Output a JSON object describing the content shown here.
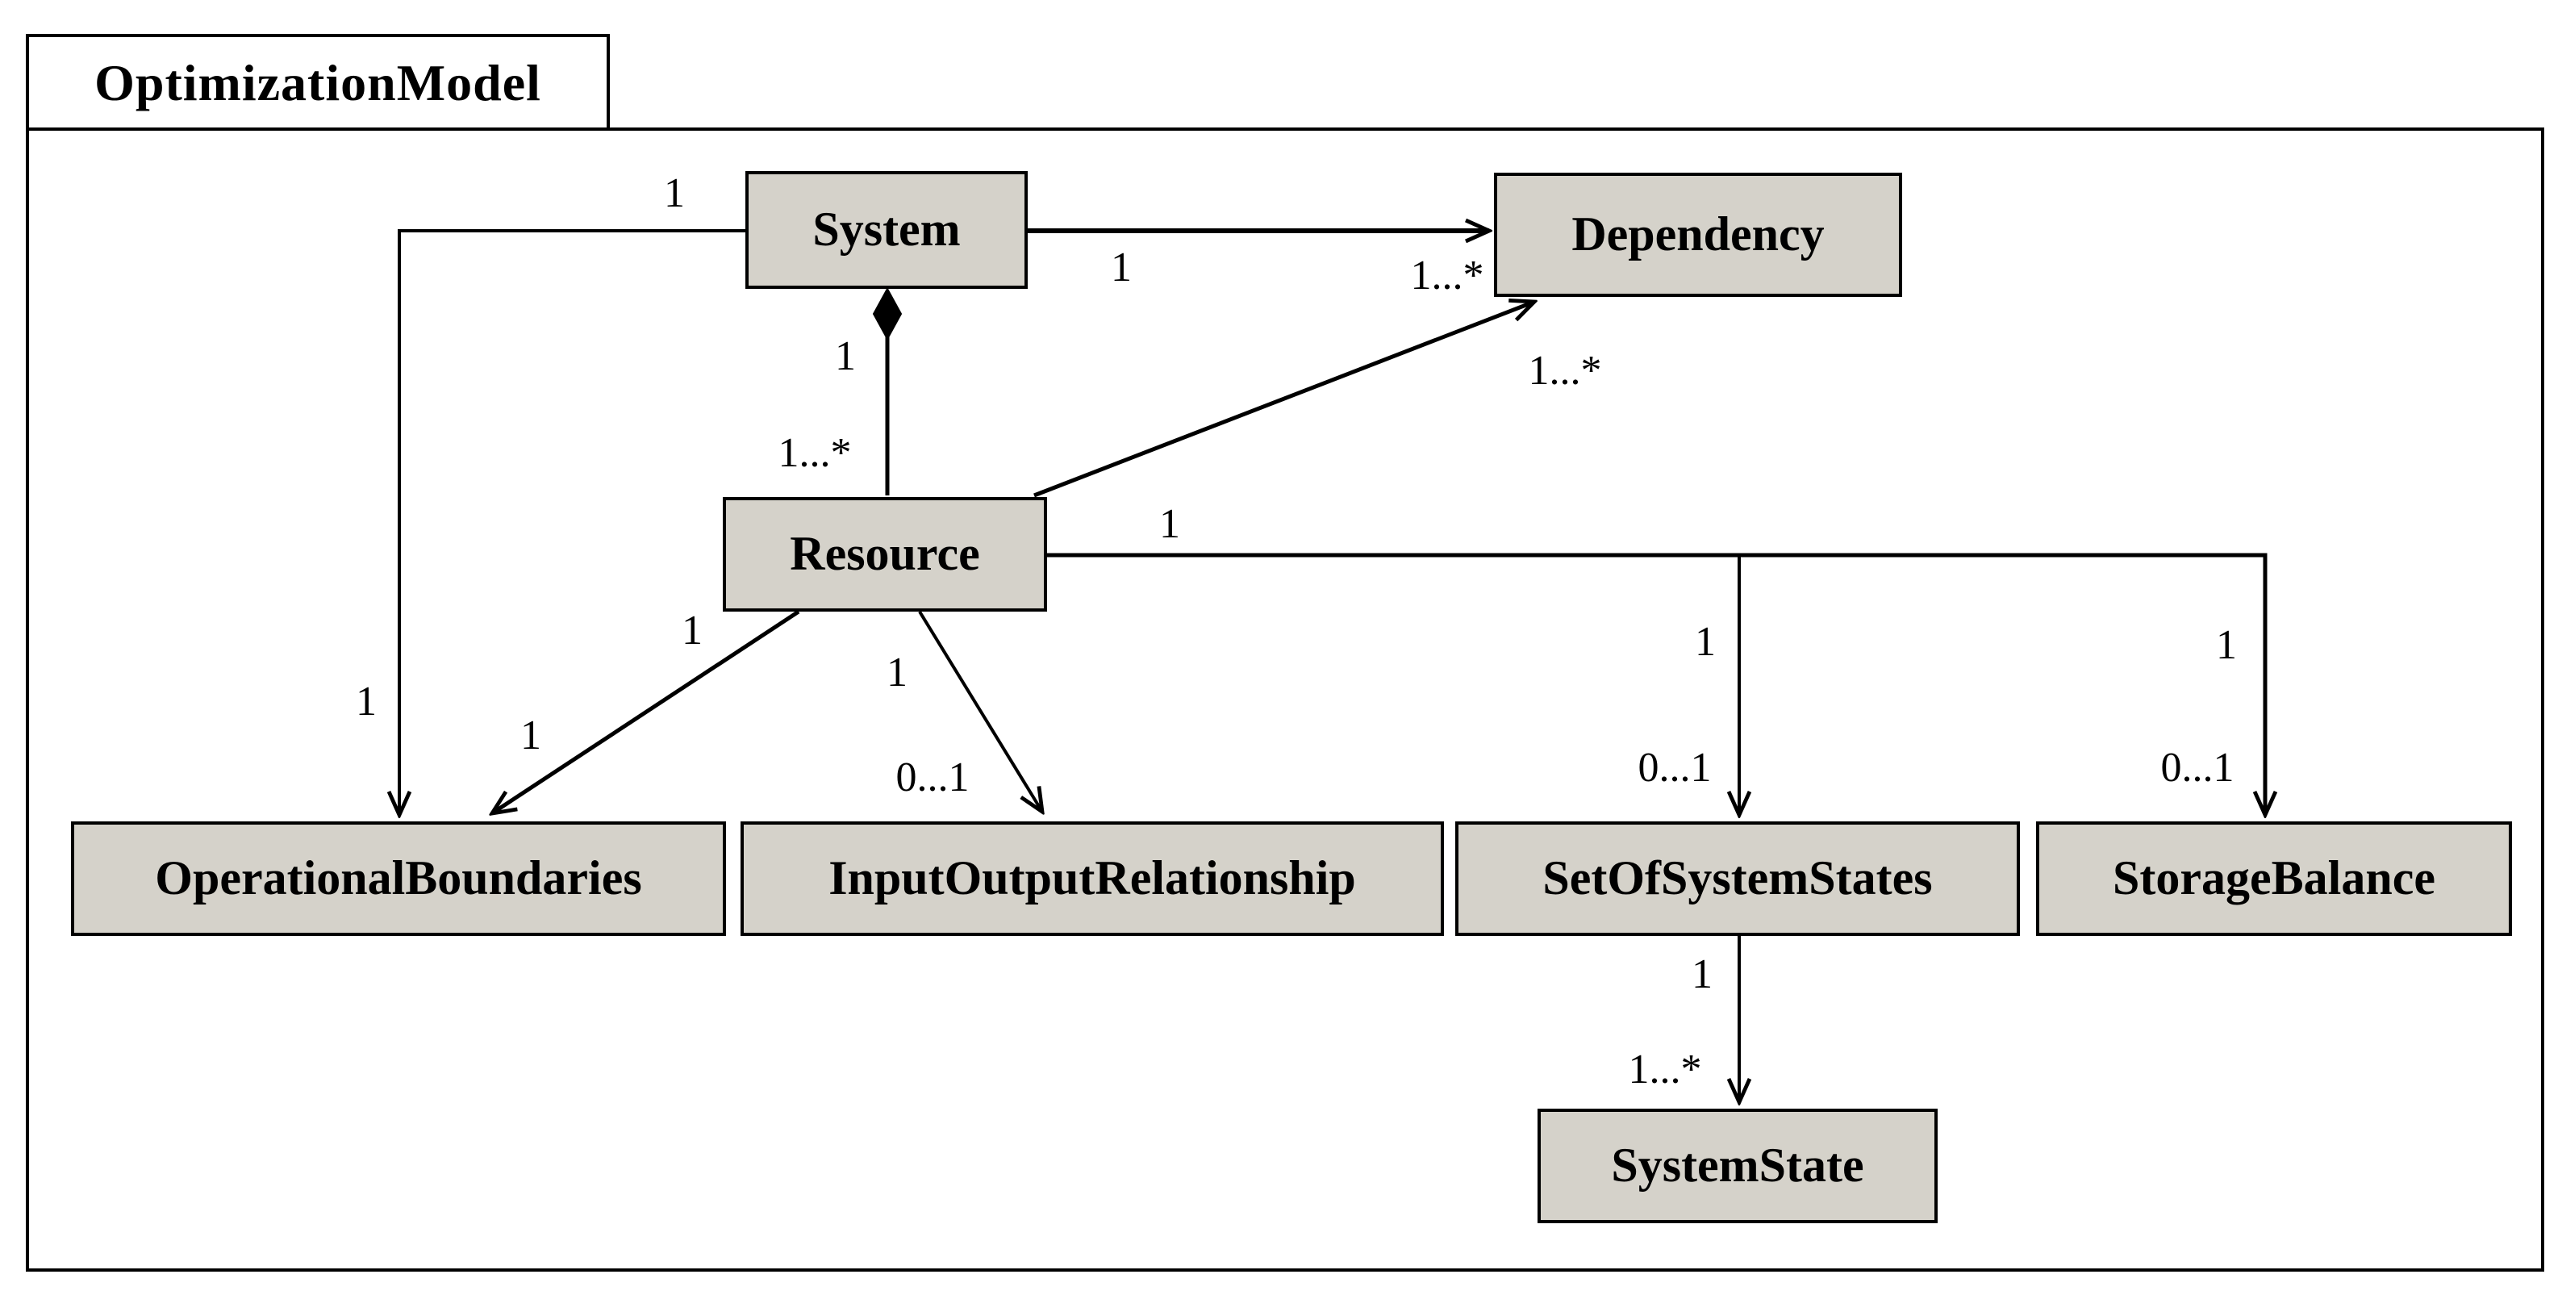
{
  "package": {
    "title": "OptimizationModel"
  },
  "classes": [
    {
      "name": "System"
    },
    {
      "name": "Dependency"
    },
    {
      "name": "Resource"
    },
    {
      "name": "OperationalBoundaries"
    },
    {
      "name": "InputOutputRelationship"
    },
    {
      "name": "SetOfSystemStates"
    },
    {
      "name": "StorageBalance"
    },
    {
      "name": "SystemState"
    }
  ],
  "relationships": [
    {
      "from": "System",
      "to": "Dependency",
      "type": "association-arrow",
      "from_multiplicity": "1",
      "to_multiplicity": "1...*"
    },
    {
      "from": "System",
      "to": "Resource",
      "type": "composition-diamond",
      "from_multiplicity": "1",
      "to_multiplicity": "1...*"
    },
    {
      "from": "System",
      "to": "OperationalBoundaries",
      "type": "association-arrow",
      "from_multiplicity": "1",
      "to_multiplicity": "1"
    },
    {
      "from": "Resource",
      "to": "OperationalBoundaries",
      "type": "association-arrow",
      "from_multiplicity": "1",
      "to_multiplicity": "1"
    },
    {
      "from": "Resource",
      "to": "InputOutputRelationship",
      "type": "association-arrow",
      "from_multiplicity": "1",
      "to_multiplicity": "0...1"
    },
    {
      "from": "Resource",
      "to": "Dependency",
      "type": "association-arrow",
      "from_multiplicity": "1",
      "to_multiplicity": "1...*"
    },
    {
      "from": "Resource",
      "to": "SetOfSystemStates",
      "type": "association-arrow",
      "from_multiplicity": "1",
      "to_multiplicity": "0...1"
    },
    {
      "from": "Resource",
      "to": "StorageBalance",
      "type": "association-arrow",
      "from_multiplicity": "1",
      "to_multiplicity": "0...1"
    },
    {
      "from": "SetOfSystemStates",
      "to": "SystemState",
      "type": "association-arrow",
      "from_multiplicity": "1",
      "to_multiplicity": "1...*"
    }
  ],
  "multiplicities": [
    {
      "text": "1"
    },
    {
      "text": "1...*"
    },
    {
      "text": "1"
    },
    {
      "text": "1...*"
    },
    {
      "text": "1"
    },
    {
      "text": "1"
    },
    {
      "text": "1"
    },
    {
      "text": "1"
    },
    {
      "text": "1"
    },
    {
      "text": "0...1"
    },
    {
      "text": "1"
    },
    {
      "text": "1...*"
    },
    {
      "text": "1"
    },
    {
      "text": "0...1"
    },
    {
      "text": "1"
    },
    {
      "text": "0...1"
    },
    {
      "text": "1"
    },
    {
      "text": "1...*"
    }
  ],
  "colors": {
    "class_fill": "#d5d2ca",
    "line": "#000000",
    "background": "#ffffff"
  }
}
